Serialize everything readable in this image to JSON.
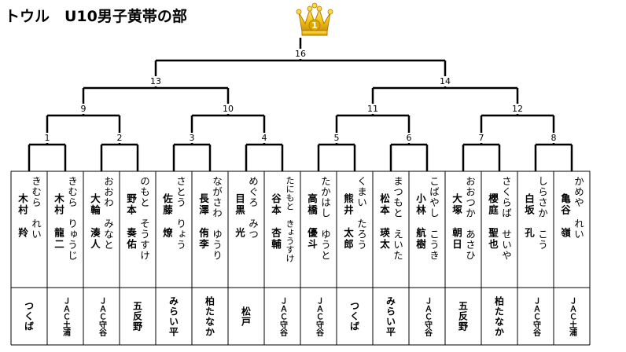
{
  "title": "トウル　U10男子黄帯の部",
  "crown_number": "1",
  "final_number": "16",
  "semi_numbers": [
    "13",
    "14"
  ],
  "quarter_numbers": [
    "9",
    "10",
    "11",
    "12"
  ],
  "first_round_numbers": [
    "1",
    "2",
    "3",
    "4",
    "5",
    "6",
    "7",
    "8"
  ],
  "players": [
    {
      "kana": "きむら　れい",
      "kanji": "木村　羚",
      "club": "つくば"
    },
    {
      "kana": "きむら　りゅうじ",
      "kanji": "木村　龍二",
      "club": "ＪＡＣ土浦"
    },
    {
      "kana": "おおわ　みなと",
      "kanji": "大輪　湊人",
      "club": "ＪＡＣ守谷"
    },
    {
      "kana": "のもと　そうすけ",
      "kanji": "野本　奏佑",
      "club": "五反野"
    },
    {
      "kana": "さとう　りょう",
      "kanji": "佐藤　燎",
      "club": "みらい平"
    },
    {
      "kana": "ながさわ　ゆうり",
      "kanji": "長澤　侑李",
      "club": "柏たなか"
    },
    {
      "kana": "めぐろ　みつ",
      "kanji": "目黒　光",
      "club": "松戸"
    },
    {
      "kana": "たにもと　きょうすけ",
      "kanji": "谷本　杏輔",
      "club": "ＪＡＣ守谷"
    },
    {
      "kana": "たかはし　ゆうと",
      "kanji": "高橋　優斗",
      "club": "ＪＡＣ守谷"
    },
    {
      "kana": "くまい　たろう",
      "kanji": "熊井　太郎",
      "club": "つくば"
    },
    {
      "kana": "まつもと　えいた",
      "kanji": "松本　瑛太",
      "club": "みらい平"
    },
    {
      "kana": "こばやし　こうき",
      "kanji": "小林　航樹",
      "club": "ＪＡＣ守谷"
    },
    {
      "kana": "おおつか　あさひ",
      "kanji": "大塚　朝日",
      "club": "五反野"
    },
    {
      "kana": "さくらば　せいや",
      "kanji": "櫻庭　聖也",
      "club": "柏たなか"
    },
    {
      "kana": "しらさか　こう",
      "kanji": "白坂　孔",
      "club": "ＪＡＣ守谷"
    },
    {
      "kana": "かめや　れい",
      "kanji": "亀谷　嶺",
      "club": "ＪＡＣ土浦"
    }
  ],
  "colors": {
    "crown_gold": "#f5c518",
    "crown_number": "#ffffff",
    "line": "#000000"
  }
}
